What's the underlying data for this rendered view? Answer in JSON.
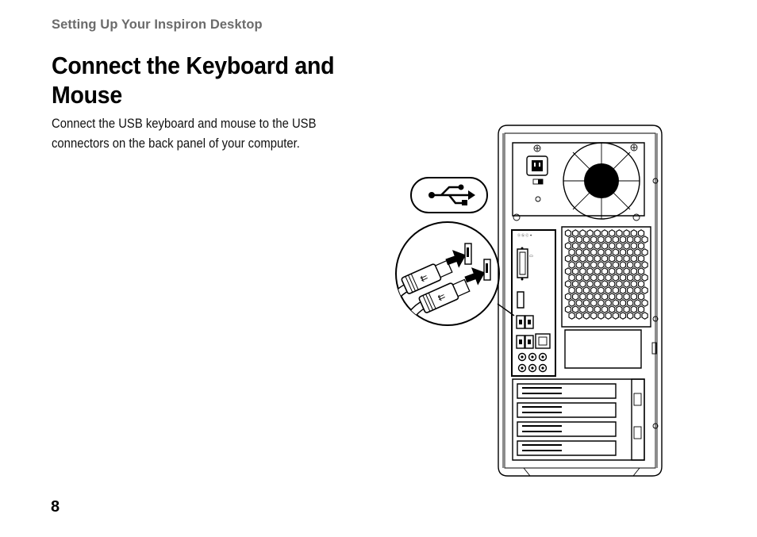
{
  "header": {
    "running_head": "Setting Up Your Inspiron Desktop"
  },
  "section": {
    "title_line1": "Connect the Keyboard and",
    "title_line2": "Mouse",
    "body_line1": "Connect the USB keyboard and mouse to the USB",
    "body_line2": "connectors on the back panel of your computer."
  },
  "footer": {
    "page_number": "8"
  },
  "illustration": {
    "callout_icon": "usb-icon",
    "port_icon": "usb-icon",
    "colors": {
      "line": "#000000",
      "text_gray": "#6b6b6b"
    }
  }
}
